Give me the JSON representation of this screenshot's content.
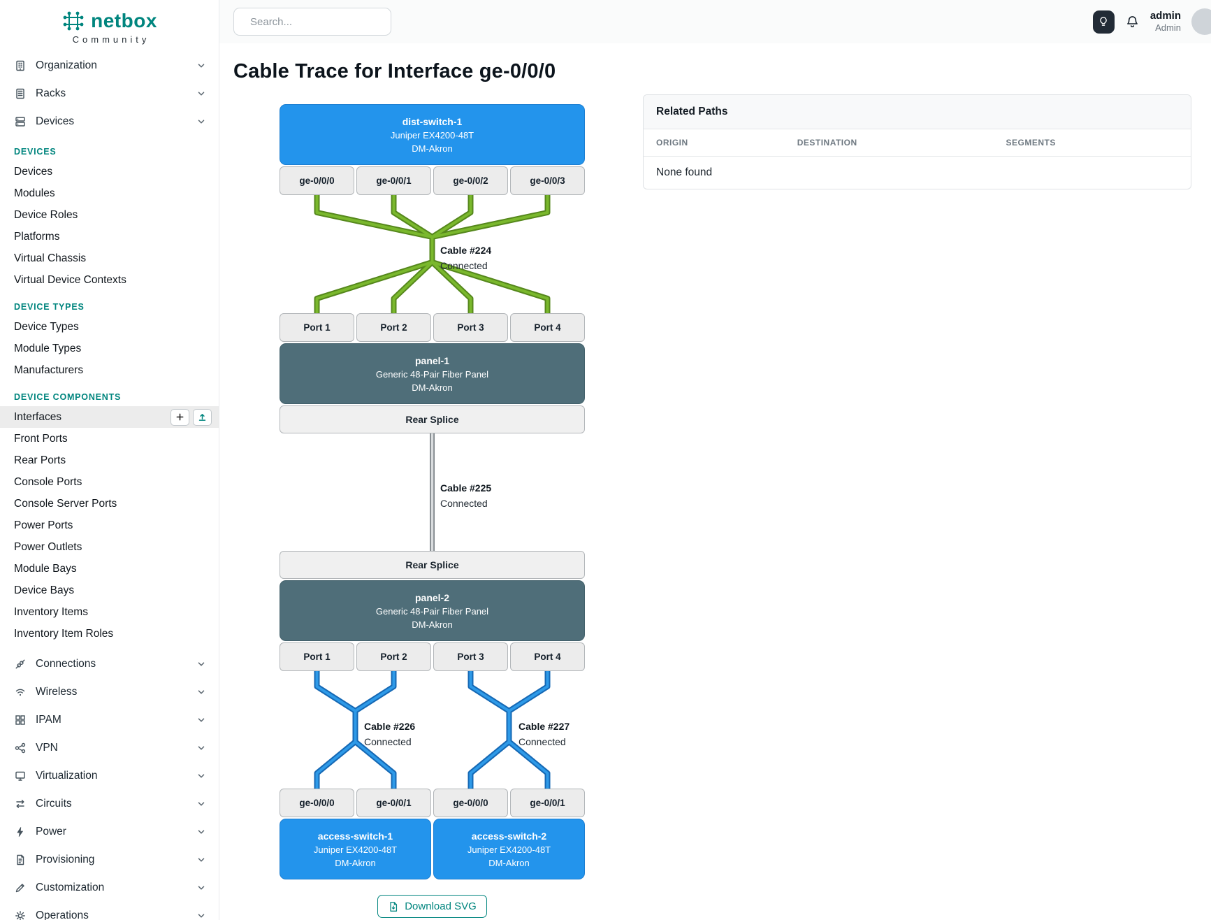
{
  "brand": {
    "name": "netbox",
    "tagline": "Community"
  },
  "topbar": {
    "search_placeholder": "Search...",
    "user_name": "admin",
    "user_role": "Admin"
  },
  "sidebar": {
    "nav_top": [
      {
        "label": "Organization"
      },
      {
        "label": "Racks"
      },
      {
        "label": "Devices"
      }
    ],
    "sections": [
      {
        "heading": "DEVICES",
        "items": [
          "Devices",
          "Modules",
          "Device Roles",
          "Platforms",
          "Virtual Chassis",
          "Virtual Device Contexts"
        ]
      },
      {
        "heading": "DEVICE TYPES",
        "items": [
          "Device Types",
          "Module Types",
          "Manufacturers"
        ]
      },
      {
        "heading": "DEVICE COMPONENTS",
        "items": [
          "Interfaces",
          "Front Ports",
          "Rear Ports",
          "Console Ports",
          "Console Server Ports",
          "Power Ports",
          "Power Outlets",
          "Module Bays",
          "Device Bays",
          "Inventory Items",
          "Inventory Item Roles"
        ]
      }
    ],
    "nav_bottom": [
      {
        "label": "Connections"
      },
      {
        "label": "Wireless"
      },
      {
        "label": "IPAM"
      },
      {
        "label": "VPN"
      },
      {
        "label": "Virtualization"
      },
      {
        "label": "Circuits"
      },
      {
        "label": "Power"
      },
      {
        "label": "Provisioning"
      },
      {
        "label": "Customization"
      },
      {
        "label": "Operations"
      }
    ]
  },
  "page": {
    "title": "Cable Trace for Interface ge-0/0/0",
    "download_label": "Download SVG"
  },
  "trace": {
    "top_device": {
      "name": "dist-switch-1",
      "model": "Juniper EX4200-48T",
      "site": "DM-Akron",
      "ports": [
        "ge-0/0/0",
        "ge-0/0/1",
        "ge-0/0/2",
        "ge-0/0/3"
      ]
    },
    "panel1": {
      "name": "panel-1",
      "model": "Generic 48-Pair Fiber Panel",
      "site": "DM-Akron",
      "front_ports": [
        "Port 1",
        "Port 2",
        "Port 3",
        "Port 4"
      ],
      "rear_label": "Rear Splice"
    },
    "panel2": {
      "name": "panel-2",
      "model": "Generic 48-Pair Fiber Panel",
      "site": "DM-Akron",
      "front_ports": [
        "Port 1",
        "Port 2",
        "Port 3",
        "Port 4"
      ],
      "rear_label": "Rear Splice"
    },
    "cables": [
      {
        "label": "Cable #224",
        "status": "Connected",
        "color": "#7ab82d"
      },
      {
        "label": "Cable #225",
        "status": "Connected",
        "color": "#c9ccce"
      },
      {
        "label": "Cable #226",
        "status": "Connected",
        "color": "#2e9ae8"
      },
      {
        "label": "Cable #227",
        "status": "Connected",
        "color": "#2e9ae8"
      }
    ],
    "bottom_devices": [
      {
        "name": "access-switch-1",
        "model": "Juniper EX4200-48T",
        "site": "DM-Akron",
        "ports": [
          "ge-0/0/0",
          "ge-0/0/1"
        ]
      },
      {
        "name": "access-switch-2",
        "model": "Juniper EX4200-48T",
        "site": "DM-Akron",
        "ports": [
          "ge-0/0/0",
          "ge-0/0/1"
        ]
      }
    ],
    "colors": {
      "device_fill": "#2394ec",
      "panel_fill": "#4f6e79",
      "accent_teal": "#00857e"
    }
  },
  "related_paths": {
    "title": "Related Paths",
    "columns": [
      "ORIGIN",
      "DESTINATION",
      "SEGMENTS"
    ],
    "empty_text": "None found"
  },
  "icons": [
    "netbox-logo-icon",
    "search-icon",
    "lightbulb-icon",
    "bell-icon",
    "building-icon",
    "rack-icon",
    "server-icon",
    "cable-icon",
    "wifi-icon",
    "grid-icon",
    "share-nodes-icon",
    "monitor-icon",
    "transfer-arrows-icon",
    "lightning-icon",
    "document-icon",
    "pencil-icon",
    "gear-icon",
    "chevron-down-icon",
    "plus-icon",
    "upload-icon",
    "file-download-icon"
  ]
}
